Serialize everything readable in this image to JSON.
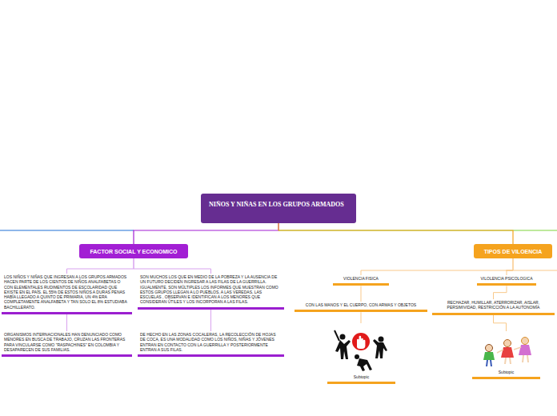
{
  "diagram": {
    "nodes": [
      {
        "text": [
          "NIÑOS Y NIÑAS EN LOS GRUPOS ARMADOS"
        ]
      },
      {
        "text": [
          "FACTOR SOCIAL Y ECONOMICO"
        ]
      },
      {
        "text": [
          "LOS NIÑOS Y NIÑAS QUE INGRESAN A LOS GRUPOS ARMADOS HACEN PARTE DE LOS CIENTOS DE NIÑOS ANALFABETAS O CON ELEMENTALES RUDIMENTOS DE ESCOLARIDAD QUE EXISTE EN EL PAÍS. EL 55% DE ESTOS NIÑOS A DURAS PENAS HABÍA LLEGADO A QUINTO DE PRIMARIA, UN 4% ERA COMPLETAMENTE ANALFABETA Y TAN SOLO EL 8% ESTUDIABA BACHILLERATO."
        ]
      },
      {
        "text": [
          "SON MUCHOS LOS QUE EN MEDIO DE LA POBREZA Y LA AUSENCIA DE UN FUTURO DECIDEN INGRESAR A LAS FILAS DE LA GUERRILLA. IGUALMENTE, SON MÚLTIPLES LOS INFORMES QUE MUESTRAN COMO ESTOS GRUPOS LLEGAN A LO PUEBLOS, A LAS VEREDAS, LAS ESCUELAS , OBSERVAN E IDENTIFICAN A LOS MENORES QUE CONSIDERAN ÚTILES Y LOS INCORPORAN A LAS FILAS."
        ]
      },
      {
        "text": [
          "ORGANISMOS INTERNACIONALES HAN DENUNCIADO COMO MENORES EN BUSCA DE TRABAJO, CRUZAN LAS FRONTERAS PARA VINCULARSE COMO \"RASPACHINES\" EN COLOMBIA Y DESAPARECEN DE SUS FAMILIAS."
        ]
      },
      {
        "text": [
          "DE HECHO EN LAS ZONAS COCALERAS, LA RECOLECCIÓN DE HOJAS DE COCA, ES UNA MODALIDAD COMO LOS NIÑOS, NIÑAS Y JÓVENES ENTRAN EN CONTACTO CON LA GUERRILLA Y POSTERIORMENTE ENTRAN A SUS FILAS."
        ]
      },
      {
        "text": [
          "TIPOS DE VILOENCIA"
        ]
      },
      {
        "text": [
          "VIOLENCIA FISICA"
        ]
      },
      {
        "text": [
          "CON LAS MANOS Y EL CUERPO, CON ARMAS Y OBJETOS"
        ]
      },
      {
        "text": [
          "Subtopic"
        ]
      },
      {
        "text": [
          "VILOLENCIA PSICOLOGICA"
        ]
      },
      {
        "text": [
          "RECHAZAR, HUMILLAR, ATERRORIZAR, AISLAR, PERSIMIVIDAD, RESTRICCIÓN A LA AUTONOMÍA"
        ]
      },
      {
        "text": [
          "Subtopic"
        ]
      }
    ],
    "edges": [
      {
        "from": 0,
        "to": 1,
        "arrow": "none"
      },
      {
        "from": 0,
        "to": 6,
        "arrow": "none"
      },
      {
        "from": 1,
        "to": 2,
        "arrow": "none"
      },
      {
        "from": 1,
        "to": 3,
        "arrow": "none"
      },
      {
        "from": 2,
        "to": 4,
        "arrow": "none"
      },
      {
        "from": 3,
        "to": 5,
        "arrow": "none"
      },
      {
        "from": 6,
        "to": 7,
        "arrow": "none"
      },
      {
        "from": 6,
        "to": 10,
        "arrow": "none"
      },
      {
        "from": 7,
        "to": 8,
        "arrow": "none"
      },
      {
        "from": 8,
        "to": 9,
        "arrow": "none"
      },
      {
        "from": 10,
        "to": 11,
        "arrow": "none"
      },
      {
        "from": 11,
        "to": 12,
        "arrow": "none"
      }
    ]
  }
}
